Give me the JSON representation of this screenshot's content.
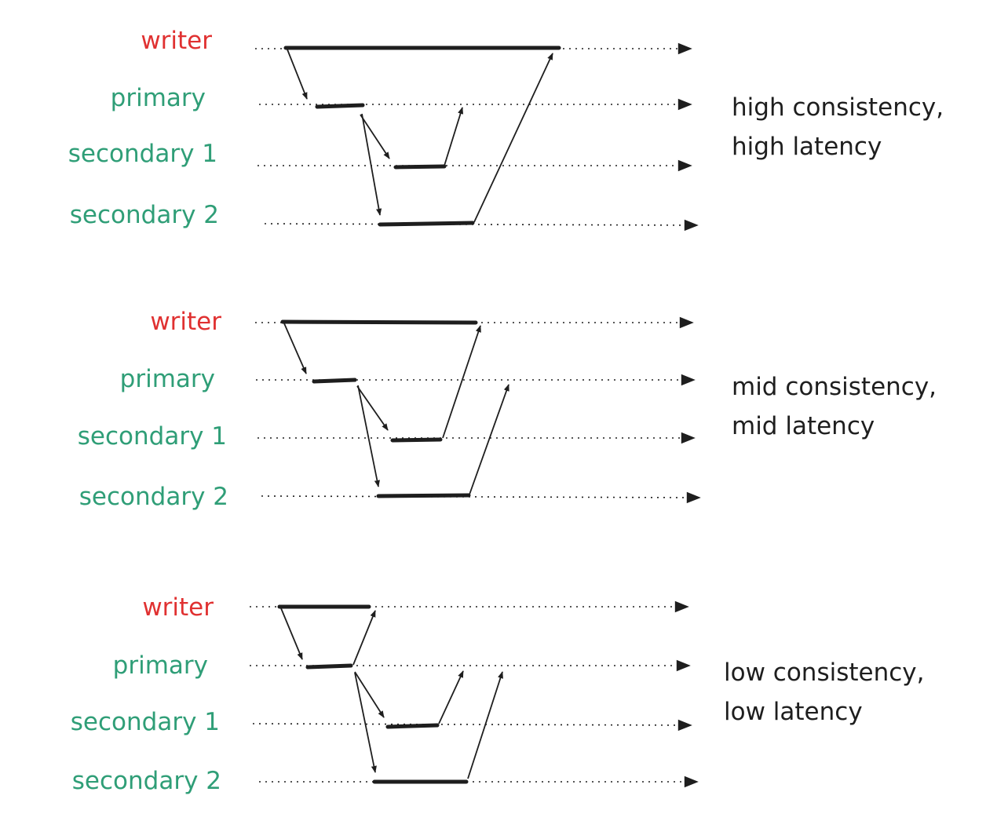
{
  "colors": {
    "writer": "#e03131",
    "replica": "#2f9e77",
    "ink": "#1e1e1e"
  },
  "panels": [
    {
      "labels": [
        "writer",
        "primary",
        "secondary 1",
        "secondary 2"
      ],
      "caption": [
        "high consistency,",
        "high latency"
      ]
    },
    {
      "labels": [
        "writer",
        "primary",
        "secondary 1",
        "secondary 2"
      ],
      "caption": [
        "mid consistency,",
        "mid latency"
      ]
    },
    {
      "labels": [
        "writer",
        "primary",
        "secondary 1",
        "secondary 2"
      ],
      "caption": [
        "low consistency,",
        "low latency"
      ]
    }
  ]
}
